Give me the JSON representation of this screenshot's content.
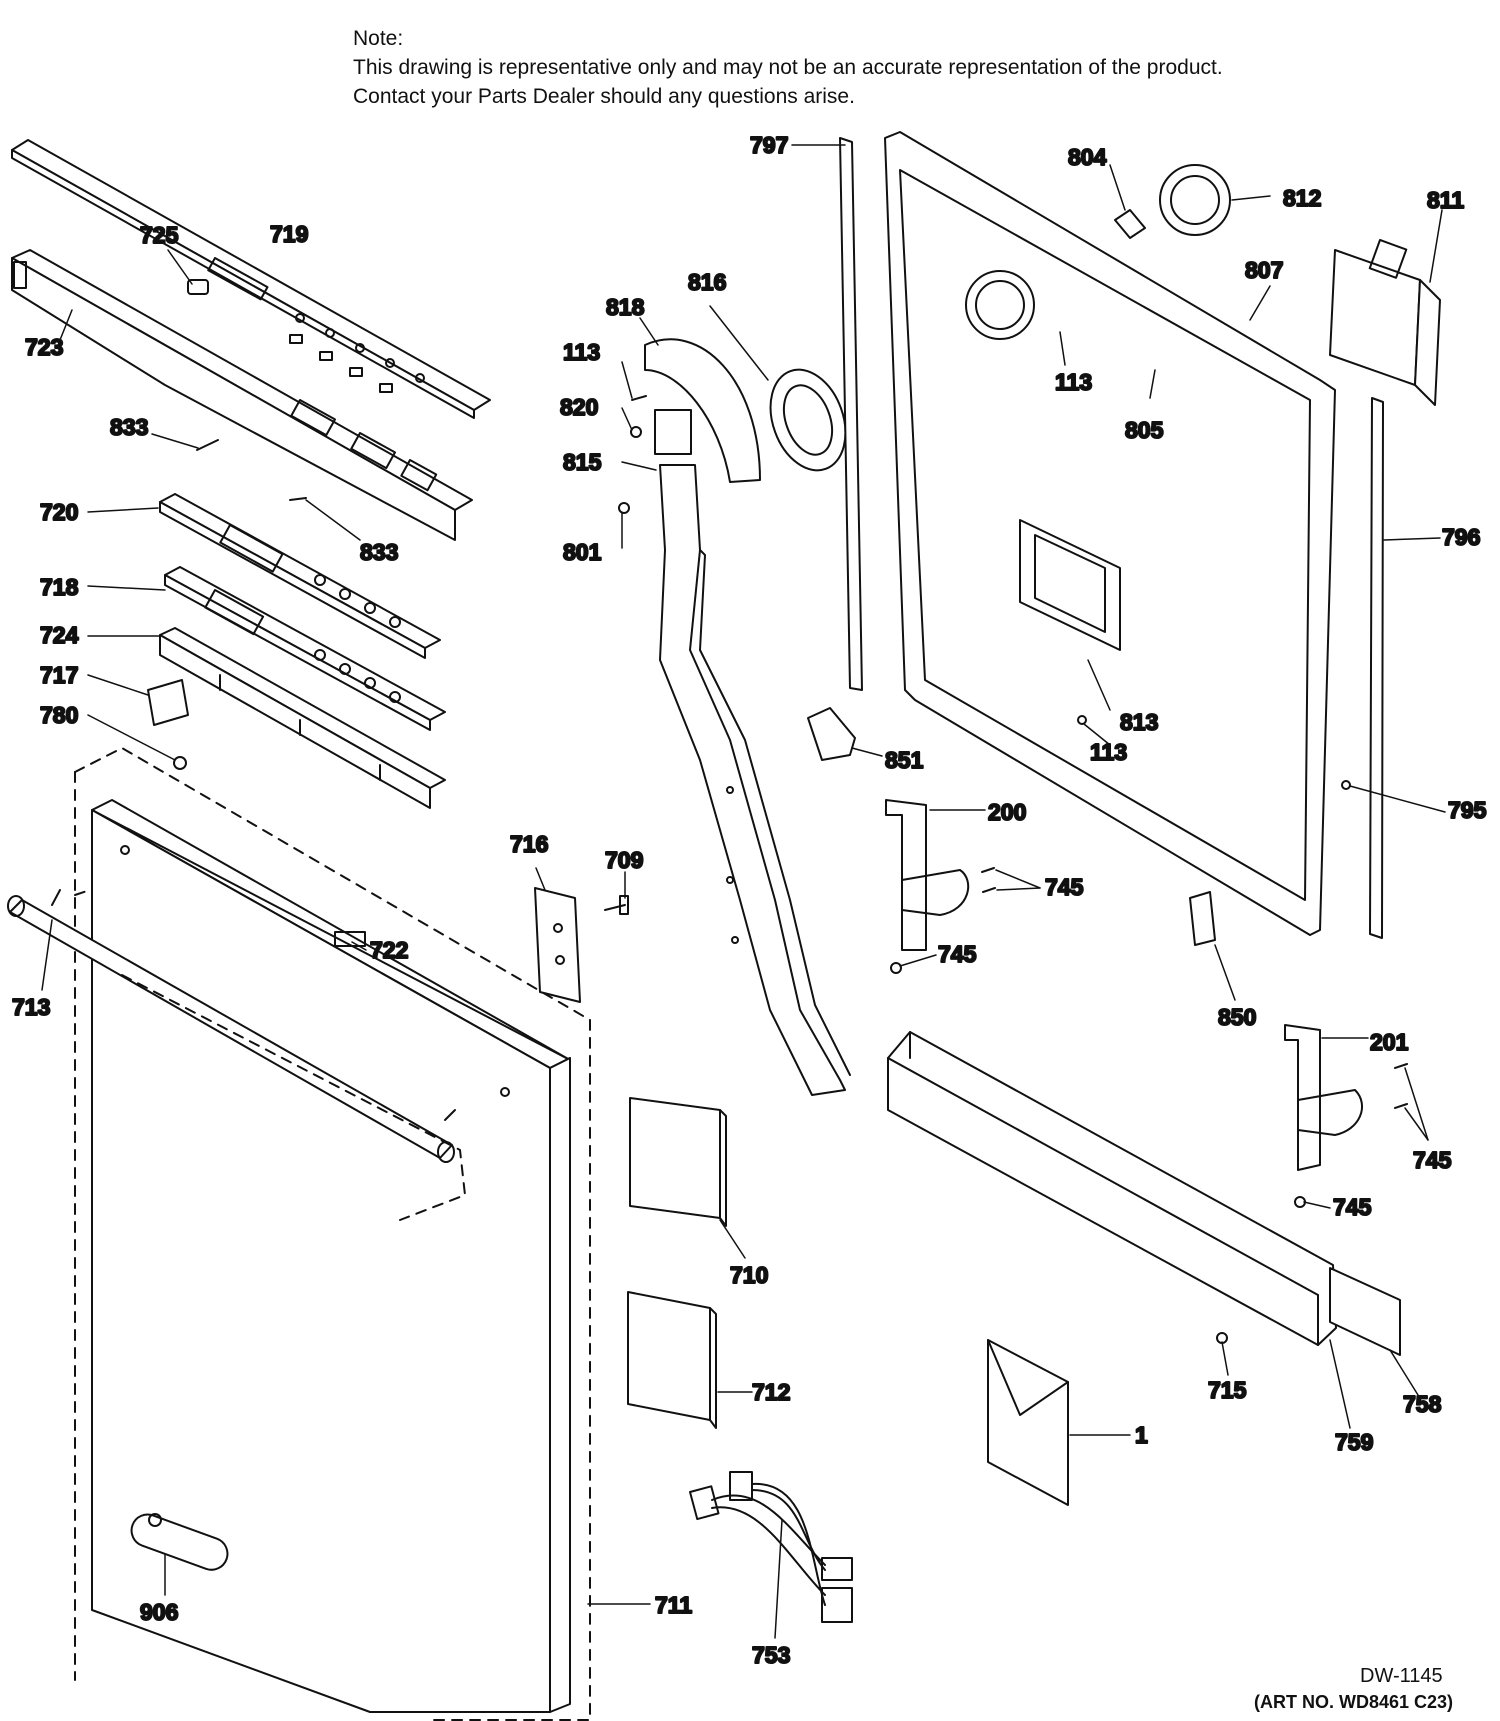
{
  "note": {
    "title": "Note:",
    "line1": "This drawing is representative only and may not be an accurate representation of the product.",
    "line2": "Contact your Parts Dealer should any questions arise."
  },
  "callouts": {
    "c719": "719",
    "c725": "725",
    "c723": "723",
    "c833a": "833",
    "c833b": "833",
    "c720": "720",
    "c718": "718",
    "c724": "724",
    "c717": "717",
    "c780": "780",
    "c716": "716",
    "c709": "709",
    "c722": "722",
    "c713": "713",
    "c906": "906",
    "c711": "711",
    "c710": "710",
    "c712": "712",
    "c753": "753",
    "c797": "797",
    "c818": "818",
    "c816": "816",
    "c113a": "113",
    "c820": "820",
    "c815": "815",
    "c801": "801",
    "c804": "804",
    "c812": "812",
    "c811": "811",
    "c807": "807",
    "c113b": "113",
    "c805": "805",
    "c796": "796",
    "c813": "813",
    "c113c": "113",
    "c851": "851",
    "c795": "795",
    "c200": "200",
    "c745a": "745",
    "c745b": "745",
    "c850": "850",
    "c201": "201",
    "c745c": "745",
    "c745d": "745",
    "c715": "715",
    "c758": "758",
    "c759": "759",
    "c1": "1"
  },
  "footer": {
    "diagram_code": "DW-1145",
    "art_number": "(ART NO. WD8461 C23)"
  }
}
